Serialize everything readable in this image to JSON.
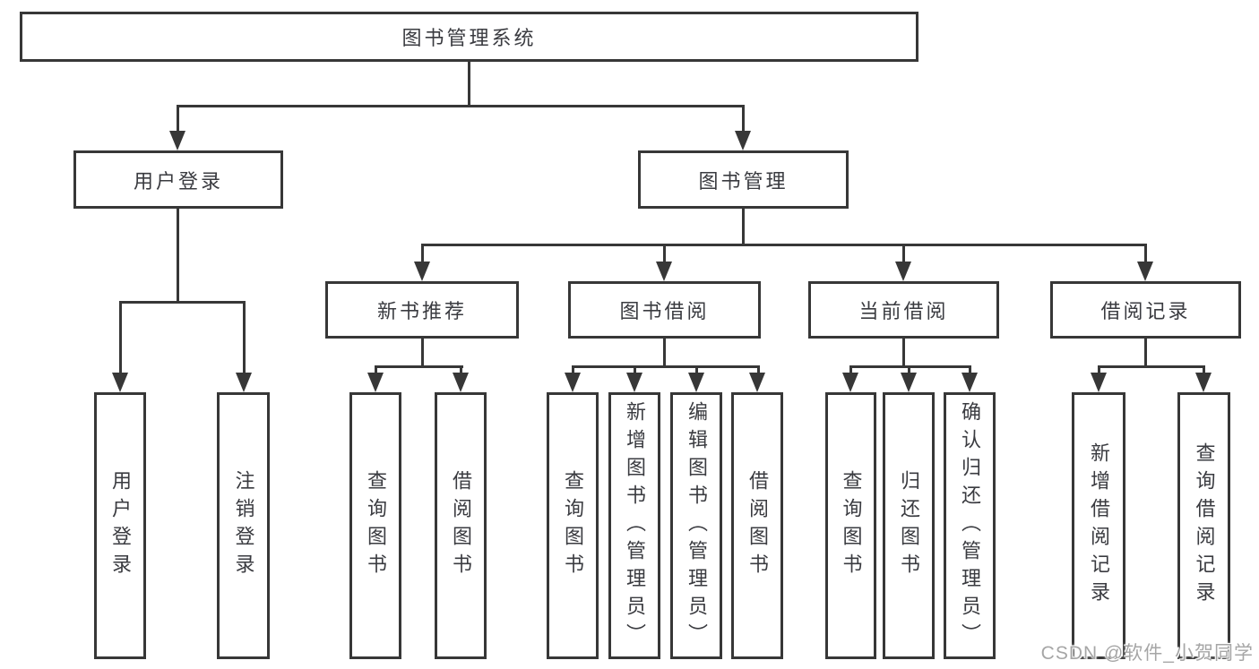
{
  "title": "图书管理系统",
  "watermark": "CSDN @软件_小贺同学",
  "colors": {
    "line": "#373737",
    "text": "#3a3b40",
    "box_background": "#ffffff",
    "watermark_text": "#a6a6a6",
    "page_background": "#ffffff"
  },
  "tree": {
    "root": {
      "label": "图书管理系统"
    },
    "branches": [
      {
        "label": "用户登录",
        "children": [
          {
            "label": "用户登录"
          },
          {
            "label": "注销登录"
          }
        ]
      },
      {
        "label": "图书管理",
        "children": [
          {
            "label": "新书推荐",
            "children": [
              {
                "label": "查询图书"
              },
              {
                "label": "借阅图书"
              }
            ]
          },
          {
            "label": "图书借阅",
            "children": [
              {
                "label": "查询图书"
              },
              {
                "label": "新增图书（管理员）"
              },
              {
                "label": "编辑图书（管理员）"
              },
              {
                "label": "借阅图书"
              }
            ]
          },
          {
            "label": "当前借阅",
            "children": [
              {
                "label": "查询图书"
              },
              {
                "label": "归还图书"
              },
              {
                "label": "确认归还（管理员）"
              }
            ]
          },
          {
            "label": "借阅记录",
            "children": [
              {
                "label": "新增借阅记录"
              },
              {
                "label": "查询借阅记录"
              }
            ]
          }
        ]
      }
    ]
  }
}
